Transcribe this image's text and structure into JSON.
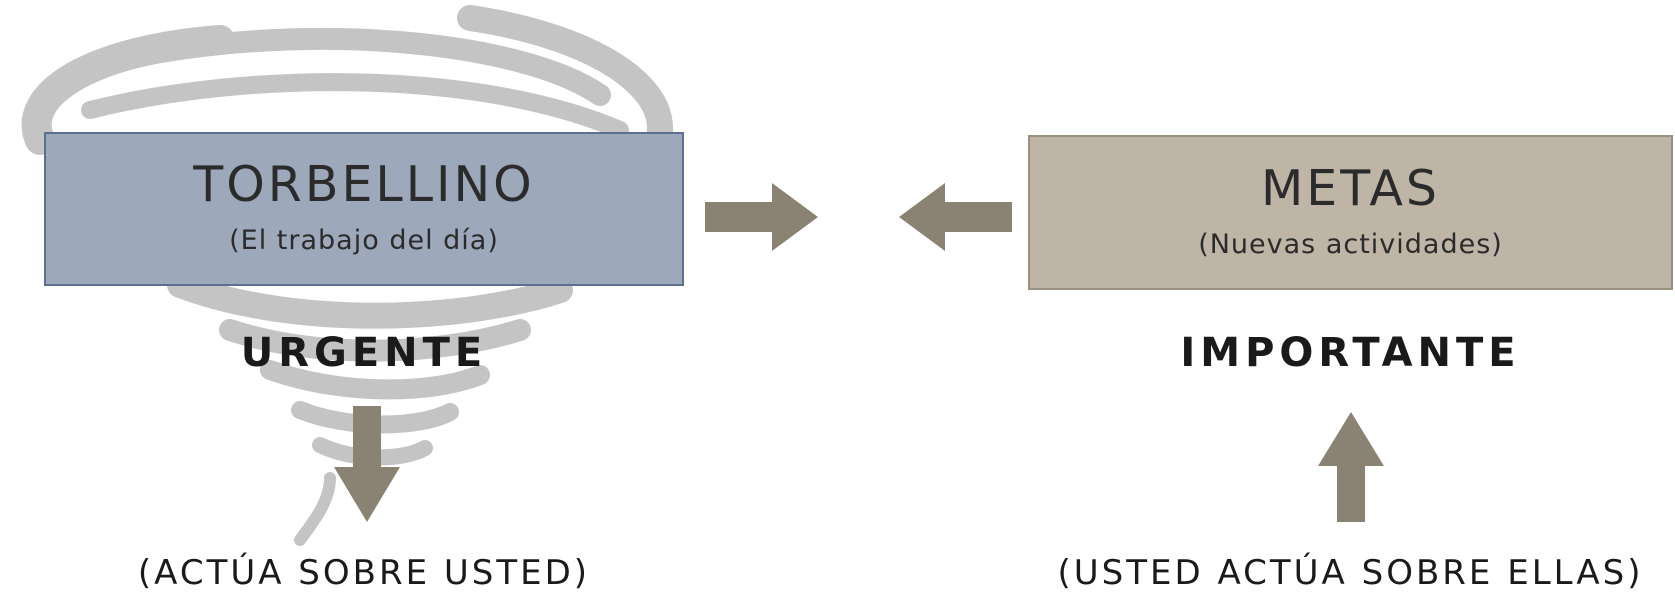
{
  "left": {
    "title": "TORBELLINO",
    "subtitle": "(El trabajo del día)",
    "label": "URGENTE",
    "caption": "(ACTÚA SOBRE USTED)"
  },
  "right": {
    "title": "METAS",
    "subtitle": "(Nuevas actividades)",
    "label": "IMPORTANTE",
    "caption": "(USTED ACTÚA SOBRE ELLAS)"
  },
  "colors": {
    "left_box_fill": "#9ea8bb",
    "left_box_border": "#5c6f8d",
    "right_box_fill": "#beb5a6",
    "arrow": "#8a8272",
    "tornado": "#c4c4c4"
  },
  "icons": {
    "background": "tornado-icon",
    "arrow_right": "arrow-right-icon",
    "arrow_left": "arrow-left-icon",
    "arrow_down": "arrow-down-icon",
    "arrow_up": "arrow-up-icon"
  }
}
